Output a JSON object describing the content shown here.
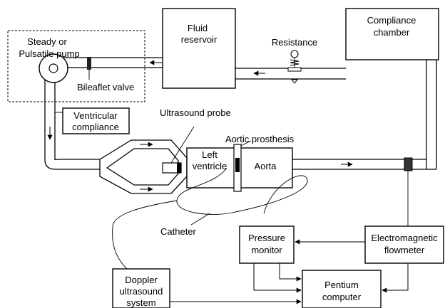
{
  "labels": {
    "fluid_reservoir": [
      "Fluid",
      "reservoir"
    ],
    "compliance_chamber": [
      "Compliance",
      "chamber"
    ],
    "resistance": "Resistance",
    "pump": [
      "Steady or",
      "Pulsatile pump"
    ],
    "bileaflet_valve": "Bileaflet valve",
    "ventricular_compliance": [
      "Ventricular",
      "compliance"
    ],
    "ultrasound_probe": "Ultrasound probe",
    "aortic_prosthesis": "Aortic prosthesis",
    "left_ventricle": [
      "Left",
      "ventricle"
    ],
    "aorta": "Aorta",
    "catheter": "Catheter",
    "pressure_monitor": [
      "Pressure",
      "monitor"
    ],
    "electromagnetic_flowmeter": [
      "Electromagnetic",
      "flowmeter"
    ],
    "doppler_system": [
      "Doppler",
      "ultrasound",
      "system"
    ],
    "pentium_computer": [
      "Pentium",
      "computer"
    ]
  }
}
